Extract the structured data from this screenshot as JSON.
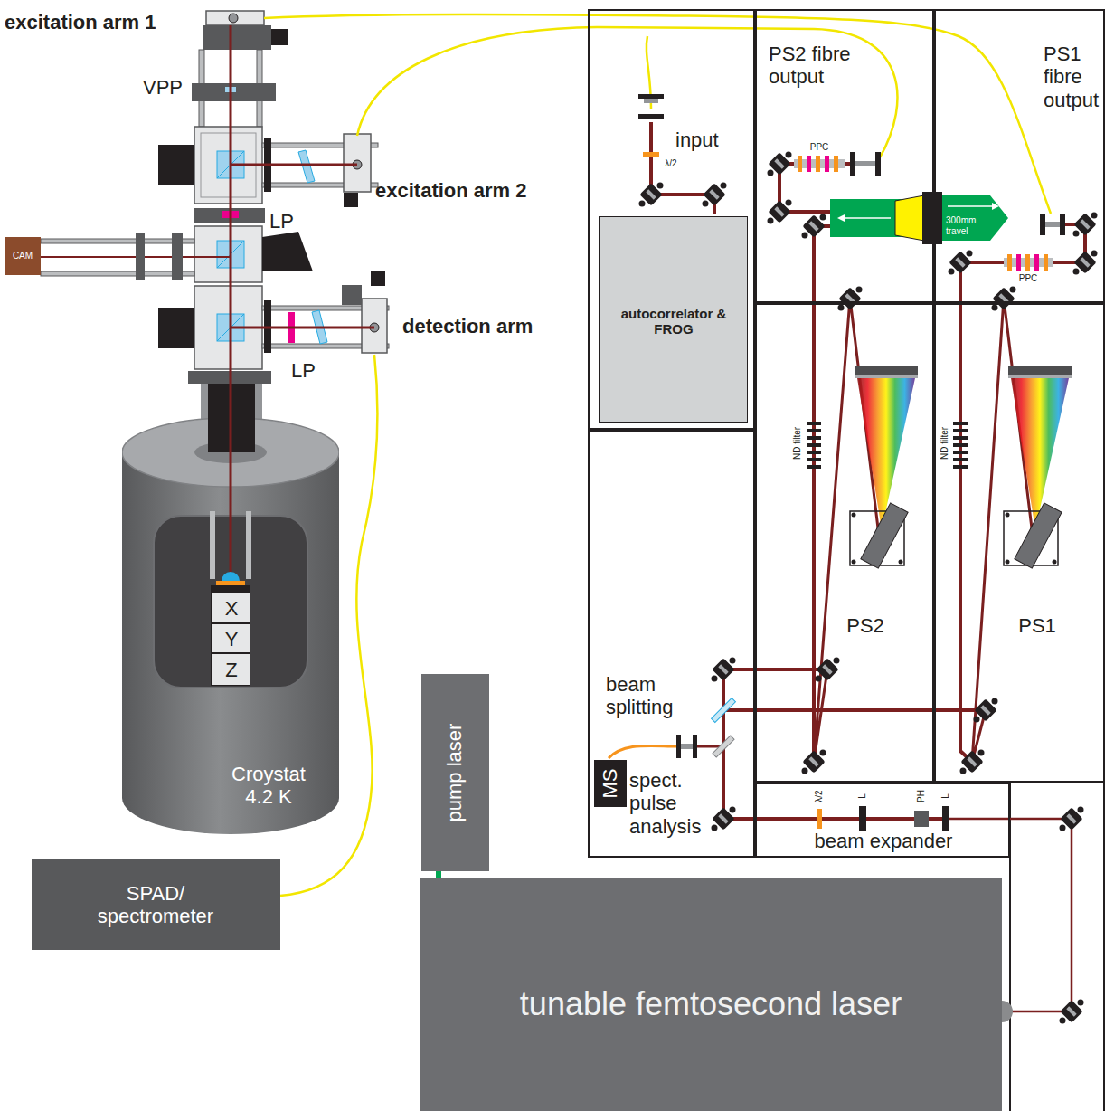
{
  "diagram": {
    "nodes": [
      {
        "text": [
          "input"
        ]
      },
      {
        "text": [
          "autocorrelator & FROG"
        ],
        "in": 0
      },
      {
        "text": [
          "PS2 fibre output"
        ]
      },
      {
        "text": [
          "PS1 fibre output"
        ]
      },
      {
        "text": [
          "CAM"
        ]
      },
      {
        "text": [
          "PS2"
        ]
      },
      {
        "text": [
          "PS1"
        ]
      },
      {
        "text": [
          "Croystat 4.2 K"
        ]
      },
      {
        "text": [
          "X"
        ],
        "in": 7
      },
      {
        "text": [
          "Y"
        ],
        "in": 7
      },
      {
        "text": [
          "Z"
        ],
        "in": 7
      },
      {
        "text": [
          "beam splitting",
          "spect. pulse analysis"
        ]
      },
      {
        "text": [
          "MS"
        ],
        "in": 11
      },
      {
        "text": [
          "pump laser"
        ]
      },
      {
        "text": [
          "beam expander"
        ]
      },
      {
        "text": [
          "SPAD/ spectrometer"
        ]
      },
      {
        "text": [
          "tunable femtosecond laser"
        ]
      }
    ],
    "edges": [
      {
        "from": 13,
        "to": 16,
        "arrow": "none"
      }
    ],
    "labels": [
      "excitation arm 1",
      "VPP",
      "excitation arm 2",
      "LP",
      "detection arm",
      "LP",
      "λ/2",
      "PPC",
      "300mm travel",
      "PPC",
      "ND filter",
      "ND filter",
      "λ/2",
      "L",
      "PH",
      "L"
    ]
  }
}
